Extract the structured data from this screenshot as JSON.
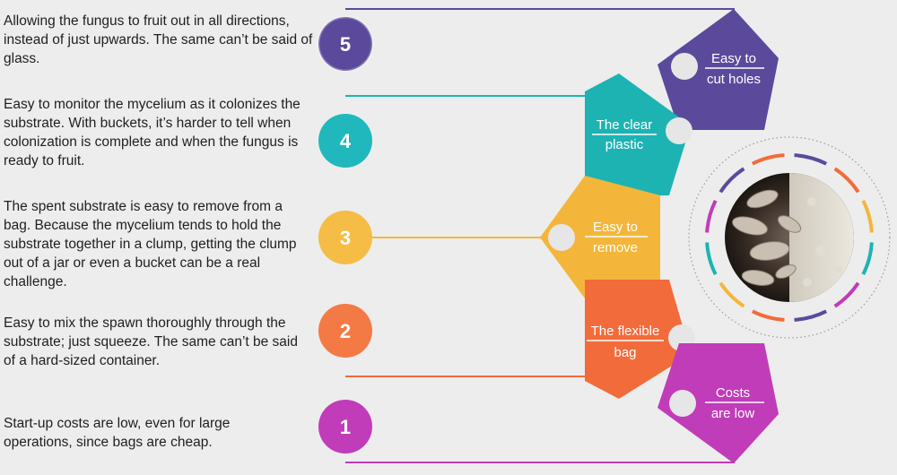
{
  "steps": [
    {
      "number": "1",
      "description": "Start-up costs are low, even for large operations, since bags are cheap.",
      "label_line1": "Costs",
      "label_line2": "are low",
      "color": "#c13cb8",
      "num_color": "#c13cb8"
    },
    {
      "number": "2",
      "description": "Easy to mix the spawn thoroughly through the substrate; just squeeze. The same can’t be said of a hard-sized container.",
      "label_line1": "The flexible",
      "label_line2": "bag",
      "color": "#f26b3a",
      "num_color": "#f47a45"
    },
    {
      "number": "3",
      "description": "The spent substrate  is easy to remove from a bag. Because the mycelium tends to hold the substrate together in a clump, getting the clump out of a jar or even a bucket can be a real challenge.",
      "label_line1": "Easy to",
      "label_line2": "remove",
      "color": "#f4b63a",
      "num_color": "#f5bd45"
    },
    {
      "number": "4",
      "description": "Easy to monitor the mycelium as it colonizes the substrate. With buckets, it’s harder to tell when colonization is complete and when the fungus is ready to fruit.",
      "label_line1": "The clear",
      "label_line2": "plastic",
      "color": "#1eb3b3",
      "num_color": "#20b8bd"
    },
    {
      "number": "5",
      "description": "Allowing the fungus to fruit out in all directions, instead of just upwards. The same can’t be said of glass.",
      "label_line1": "Easy to",
      "label_line2": "cut holes",
      "color": "#5b4a9c",
      "num_color": "#6a55a8"
    }
  ]
}
